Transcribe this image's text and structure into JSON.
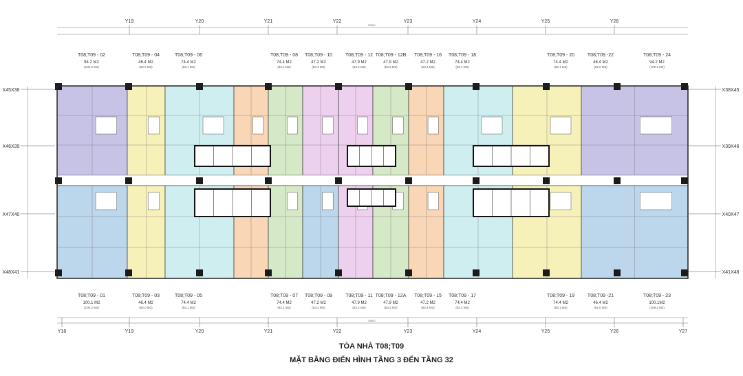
{
  "title": {
    "line1": "TÒA NHÀ T08;T09",
    "line2": "MẶT BẰNG ĐIỂN HÌNH TẦNG 3 ĐẾN TẦNG 32"
  },
  "axes_top": [
    "Y19",
    "Y20",
    "Y21",
    "Y22",
    "Y23",
    "Y24",
    "Y25",
    "Y26"
  ],
  "axes_bottom": [
    "Y18",
    "Y19",
    "Y20",
    "Y21",
    "Y22",
    "Y23",
    "Y24",
    "Y25",
    "Y26",
    "Y27"
  ],
  "axes_left": [
    "X45X38",
    "X46X39",
    "X47X40",
    "X48X41"
  ],
  "axes_right": [
    "X38X45",
    "X39X46",
    "X40X47",
    "X41X48"
  ],
  "overall_dimension": "75500",
  "colors": {
    "purple": "#c7c3e6",
    "blue": "#bcd6ec",
    "yellow": "#f6f1b8",
    "cyan": "#cfeef0",
    "orange": "#f8d6b6",
    "green": "#d6e9c6",
    "pink": "#edd0ee",
    "wall": "#1a1a1a"
  },
  "units_top": [
    {
      "name": "T08;T09 - 02",
      "area": "94.2 M2",
      "sub": "(100.2 M2)"
    },
    {
      "name": "T08;T09 - 04",
      "area": "46.4 M2",
      "sub": "(52.0 M2)"
    },
    {
      "name": "T08;T09 - 06",
      "area": "74.4 M2",
      "sub": "(82.1 M2)"
    },
    {
      "name": "T08;T09 - 08",
      "area": "74.4 M2",
      "sub": "(82.1 M2)"
    },
    {
      "name": "T08;T09 - 10",
      "area": "47.2 M2",
      "sub": "(53.4 M2)"
    },
    {
      "name": "T08;T09 - 12",
      "area": "47.9 M2",
      "sub": "(53.2 M2)"
    },
    {
      "name": "T08;T09 - 12B",
      "area": "47.9 M2",
      "sub": "(53.2 M2)"
    },
    {
      "name": "T08;T09 - 16",
      "area": "47.2 M2",
      "sub": "(53.4 M2)"
    },
    {
      "name": "T08;T09 - 18",
      "area": "74.4 M2",
      "sub": "(82.1 M2)"
    },
    {
      "name": "T08;T09 - 20",
      "area": "74.4 M2",
      "sub": "(82.1 M2)"
    },
    {
      "name": "T08;T09 -22",
      "area": "46.4 M2",
      "sub": "(52.0 M2)"
    },
    {
      "name": "T08;T09 - 24",
      "area": "94.2 M2",
      "sub": "(100.2 M2)"
    }
  ],
  "units_bottom": [
    {
      "name": "T08;T09 - 01",
      "area": "100.1 M2",
      "sub": "(106.2 M2)"
    },
    {
      "name": "T08;T09 - 03",
      "area": "46.4 M2",
      "sub": "(52.0 M2)"
    },
    {
      "name": "T08;T09 - 05",
      "area": "74.4 M2",
      "sub": "(82.1 M2)"
    },
    {
      "name": "T08;T09 - 07",
      "area": "74.4 M2",
      "sub": "(82.1 M2)"
    },
    {
      "name": "T08;T09 - 09",
      "area": "47.2 M2",
      "sub": "(53.4 M2)"
    },
    {
      "name": "T08;T09 - 11",
      "area": "47.9 M2",
      "sub": "(53.2 M2)"
    },
    {
      "name": "T08;T09 - 12A",
      "area": "47.9 M2",
      "sub": "(53.2 M2)"
    },
    {
      "name": "T08;T09 - 15",
      "area": "47.2 M2",
      "sub": "(53.4 M2)"
    },
    {
      "name": "T08;T09 - 17",
      "area": "74.4 M2",
      "sub": "(82.1 M2)"
    },
    {
      "name": "T08;T09 - 19",
      "area": "74.4 M2",
      "sub": "(82.1 M2)"
    },
    {
      "name": "T08;T09 -21",
      "area": "46.4 M2",
      "sub": "(52.0 M2)"
    },
    {
      "name": "T08;T09 - 23",
      "area": "100.1M2",
      "sub": "(106.2 M2)"
    }
  ]
}
